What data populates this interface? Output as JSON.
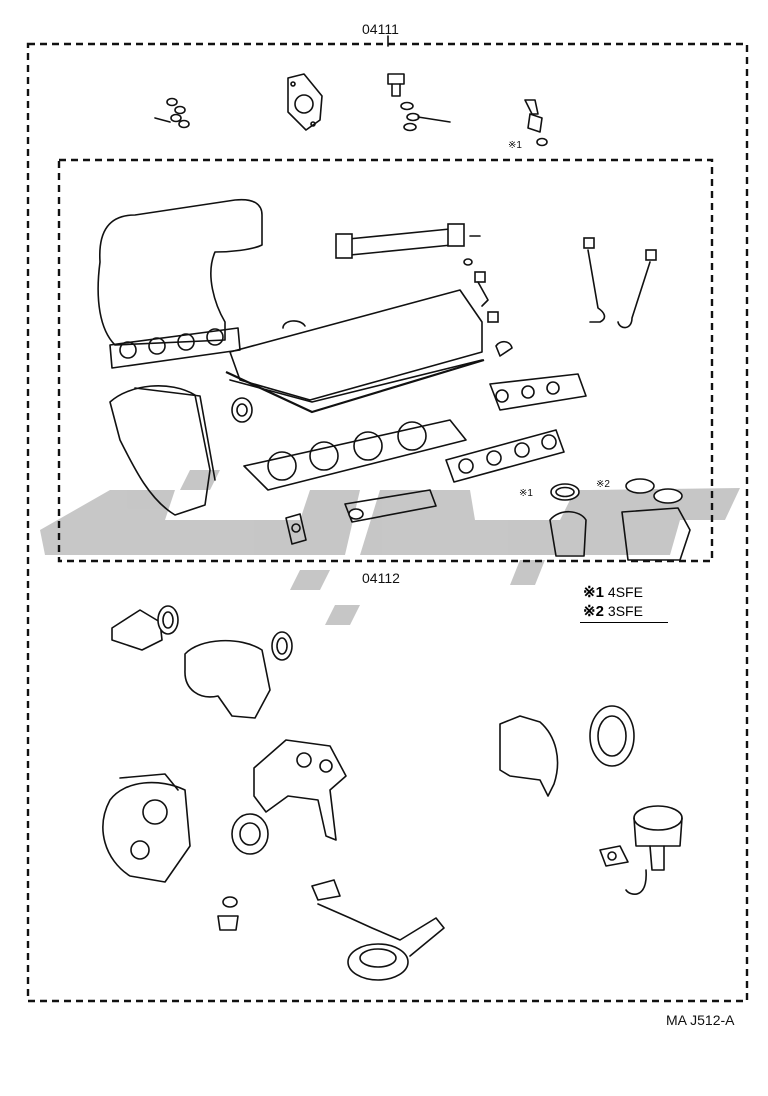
{
  "labels": {
    "outer_kit": "04111",
    "inner_kit": "04112",
    "ref_code": "MA J512-A",
    "note_1": "※1",
    "note_2": "※2",
    "note_1_top": "※1"
  },
  "legend": {
    "items": [
      {
        "mark": "※1",
        "code": "4SFE"
      },
      {
        "mark": "※2",
        "code": "3SFE"
      }
    ]
  },
  "colors": {
    "line": "#111111",
    "watermark": "#bdbdbd"
  }
}
